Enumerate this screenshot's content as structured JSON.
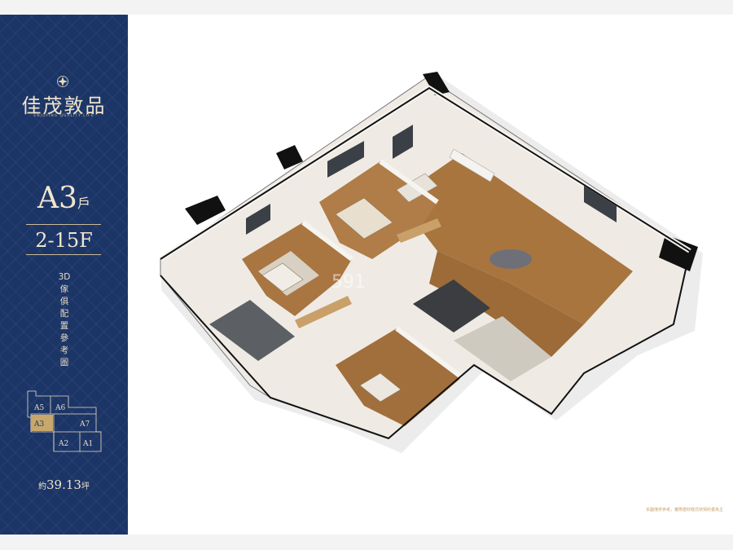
{
  "brand": {
    "name": "佳茂敦品",
    "tagline": "ENJOYING QUALITY LIFE"
  },
  "unit": {
    "code": "A3",
    "suffix": "戶",
    "floors": "2-15F"
  },
  "description_vertical": [
    "3D",
    "傢",
    "俱",
    "配",
    "置",
    "參",
    "考",
    "圖"
  ],
  "keyplan": {
    "labels": [
      "A5",
      "A6",
      "A3",
      "A7",
      "A2",
      "A1"
    ],
    "highlight": "A3"
  },
  "area": {
    "prefix": "約",
    "value": "39.13",
    "unit": "坪"
  },
  "watermark": "591",
  "disclaimer": "本圖僅供參考，實際建材樣式依契約書為主",
  "colors": {
    "panel": "#1c3567",
    "gold": "#e8dcc0",
    "wood_floor": "#a8753f",
    "wall": "#f4f2ee",
    "wall_top": "#111111"
  }
}
